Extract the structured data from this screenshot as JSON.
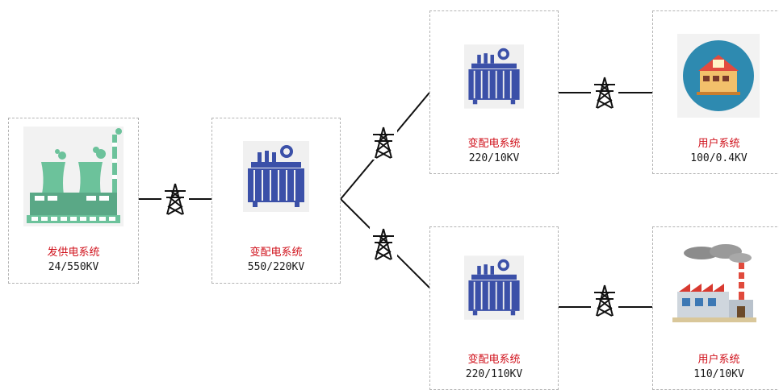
{
  "nodes": {
    "generation": {
      "name": "发供电系统",
      "voltage": "24/550KV",
      "icon": "power-plant-icon"
    },
    "substation_main": {
      "name": "变配电系统",
      "voltage": "550/220KV",
      "icon": "transformer-icon"
    },
    "substation_top": {
      "name": "变配电系统",
      "voltage": "220/10KV",
      "icon": "transformer-icon"
    },
    "substation_bottom": {
      "name": "变配电系统",
      "voltage": "220/110KV",
      "icon": "transformer-icon"
    },
    "user_residential": {
      "name": "用户系统",
      "voltage": "100/0.4KV",
      "icon": "house-icon"
    },
    "user_industrial": {
      "name": "用户系统",
      "voltage": "110/10KV",
      "icon": "factory-icon"
    }
  },
  "icons": {
    "tower": "transmission-tower-icon"
  },
  "colors": {
    "label_red": "#d0111b",
    "transformer_blue": "#3b50a8",
    "plant_green": "#6cc29b",
    "house_circle": "#2e8ab0"
  }
}
